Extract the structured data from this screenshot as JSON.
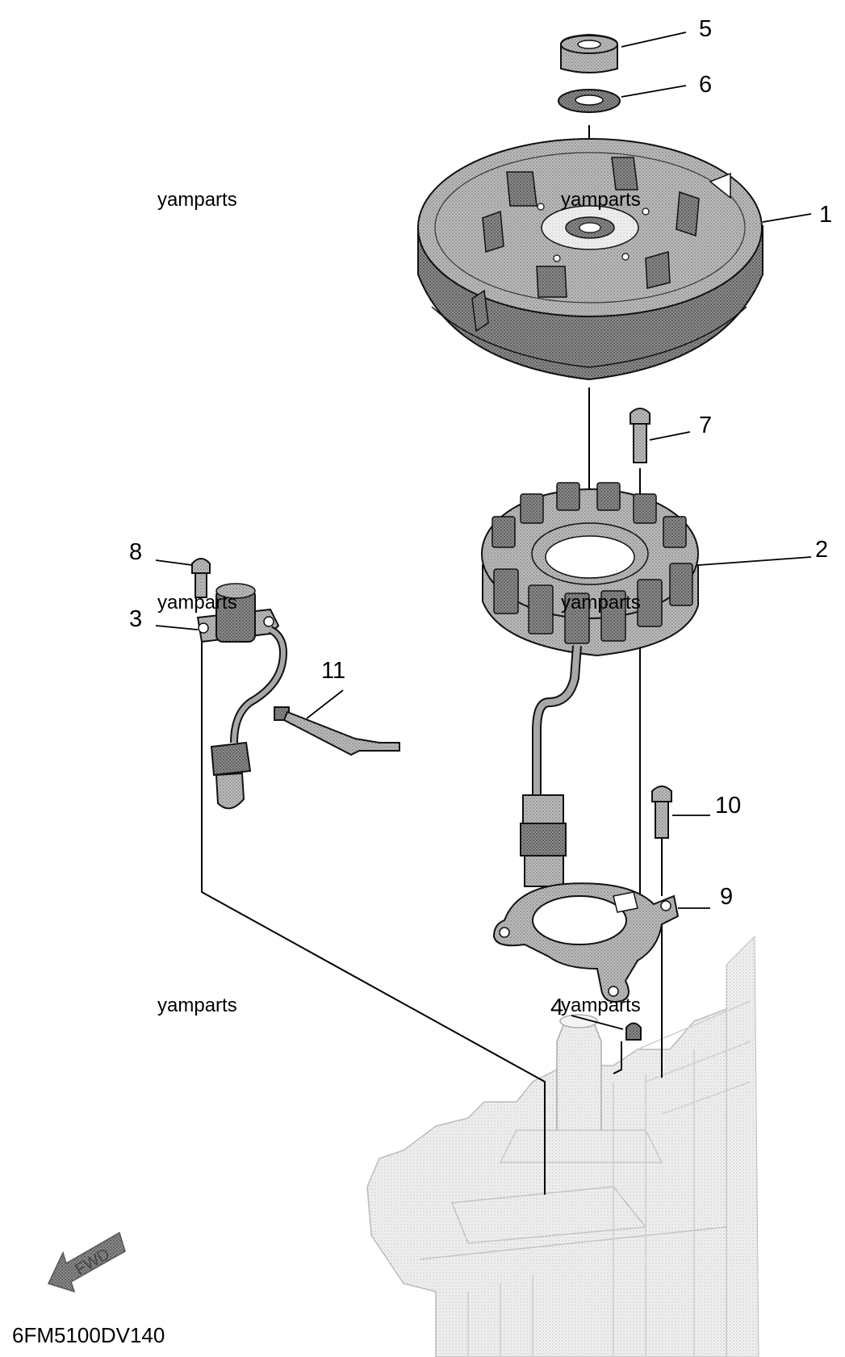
{
  "watermarks": [
    "yamparts",
    "yamparts",
    "yamparts",
    "yamparts",
    "yamparts",
    "yamparts"
  ],
  "callouts": {
    "c1": "1",
    "c2": "2",
    "c3": "3",
    "c4": "4",
    "c5": "5",
    "c6": "6",
    "c7": "7",
    "c8": "8",
    "c9": "9",
    "c10": "10",
    "c11": "11"
  },
  "direction_arrow": {
    "label": "FWD",
    "icon": "fwd-arrow-icon"
  },
  "diagram_code": "6FM5100DV140",
  "colors": {
    "part_fill": "#b3b3b3",
    "part_dark": "#7d7d7d",
    "engine_fill": "#e6e6e6",
    "line": "#000000"
  }
}
